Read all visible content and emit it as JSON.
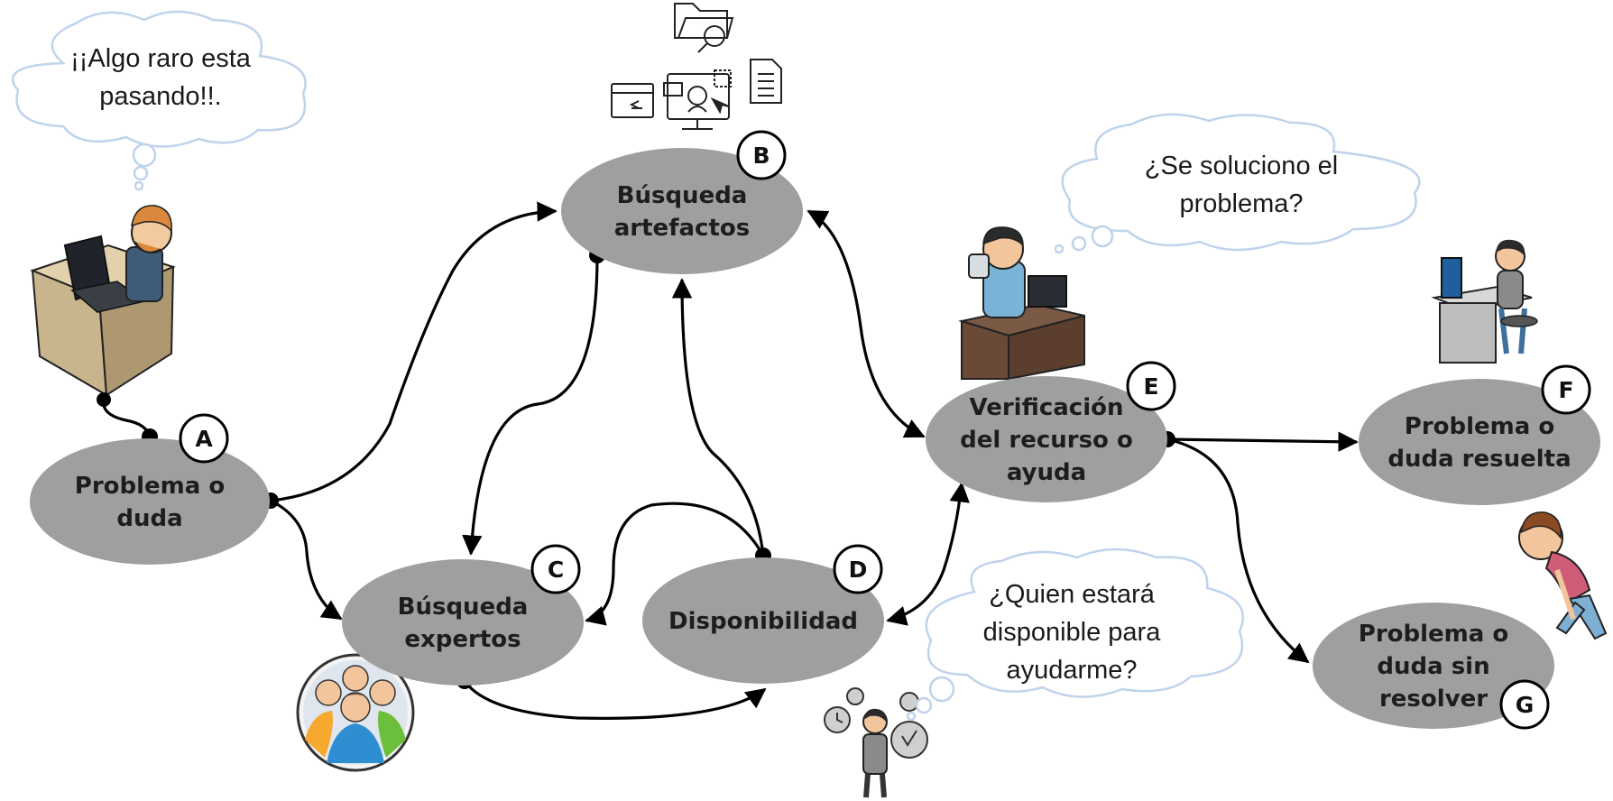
{
  "diagram": {
    "nodes": [
      {
        "id": "A",
        "badge": "A",
        "lines": [
          "Problema o",
          "duda"
        ]
      },
      {
        "id": "B",
        "badge": "B",
        "lines": [
          "Búsqueda",
          "artefactos"
        ]
      },
      {
        "id": "C",
        "badge": "C",
        "lines": [
          "Búsqueda",
          "expertos"
        ]
      },
      {
        "id": "D",
        "badge": "D",
        "lines": [
          "Disponibilidad"
        ]
      },
      {
        "id": "E",
        "badge": "E",
        "lines": [
          "Verificación",
          "del recurso o",
          "ayuda"
        ]
      },
      {
        "id": "F",
        "badge": "F",
        "lines": [
          "Problema o",
          "duda resuelta"
        ]
      },
      {
        "id": "G",
        "badge": "G",
        "lines": [
          "Problema o",
          "duda sin",
          "resolver"
        ]
      }
    ],
    "thoughts": [
      {
        "id": "thought-algo-raro",
        "lines": [
          "¡¡Algo raro esta",
          "pasando!!."
        ]
      },
      {
        "id": "thought-se-soluciono",
        "lines": [
          "¿Se soluciono el",
          "problema?"
        ]
      },
      {
        "id": "thought-quien-estara",
        "lines": [
          "¿Quien estará",
          "disponible para",
          "ayudarme?"
        ]
      }
    ],
    "illustrations": [
      "confused-user-at-desk",
      "artifact-icons",
      "experts-group-avatar",
      "user-drinking-coffee-at-desk",
      "happy-user-at-desk",
      "sad-user",
      "waiting-user-with-clocks"
    ],
    "edges": [
      {
        "from": "A",
        "to": "B",
        "direction": "forward"
      },
      {
        "from": "A",
        "to": "C",
        "direction": "forward"
      },
      {
        "from": "B",
        "to": "C",
        "direction": "forward"
      },
      {
        "from": "C",
        "to": "D",
        "direction": "forward"
      },
      {
        "from": "D",
        "to": "B",
        "direction": "forward"
      },
      {
        "from": "D",
        "to": "C",
        "direction": "forward"
      },
      {
        "from": "B",
        "to": "E",
        "direction": "both"
      },
      {
        "from": "D",
        "to": "E",
        "direction": "both"
      },
      {
        "from": "E",
        "to": "F",
        "direction": "forward"
      },
      {
        "from": "E",
        "to": "G",
        "direction": "forward"
      }
    ]
  }
}
